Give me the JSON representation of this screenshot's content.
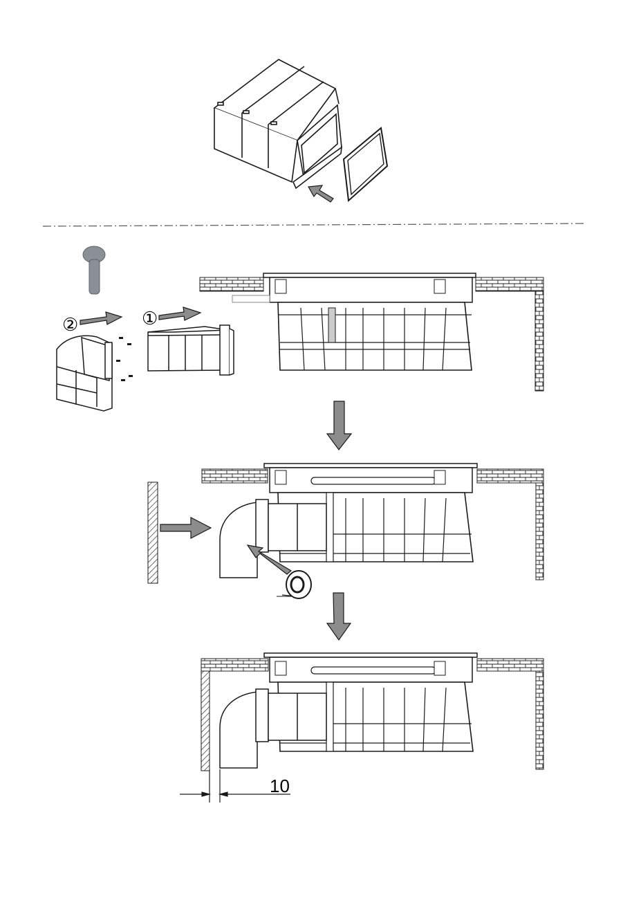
{
  "diagram": {
    "step_labels": [
      "②",
      "①"
    ],
    "dimension_label": "10",
    "colors": {
      "line": "#1a1a1a",
      "arrow_fill": "#8c8c8c",
      "screw_fill": "#8a9096",
      "brick_fill": "#ffffff",
      "hatch": "#333333"
    },
    "icons": [
      "duct-connector-icon",
      "flange-gasket-icon",
      "screw-plug-icon",
      "elbow-duct-icon",
      "straight-duct-icon",
      "hob-unit-icon",
      "brick-wall-icon",
      "tape-roll-icon",
      "down-arrow-icon",
      "insert-arrow-icon"
    ]
  }
}
